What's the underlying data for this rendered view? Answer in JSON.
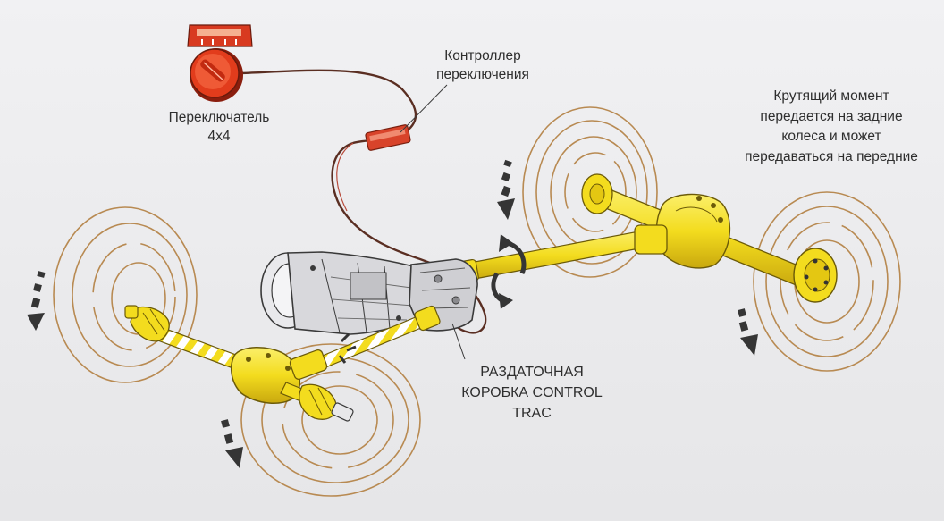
{
  "labels": {
    "switch_line1": "Переключатель",
    "switch_line2": "4x4",
    "controller_line1": "Контроллер",
    "controller_line2": "переключения",
    "torque_line1": "Крутящий момент",
    "torque_line2": "передается на задние",
    "torque_line3": "колеса и может",
    "torque_line4": "передаваться на передние",
    "transfer_line1": "РАЗДАТОЧНАЯ",
    "transfer_line2": "КОРОБКА CONTROL",
    "transfer_line3": "TRAC"
  },
  "colors": {
    "driveline_yellow": "#f3dc1e",
    "switch_red": "#e23c1c",
    "wire": "#5a2e22",
    "wheel_lines": "#b88a52",
    "arrow": "#353535"
  }
}
